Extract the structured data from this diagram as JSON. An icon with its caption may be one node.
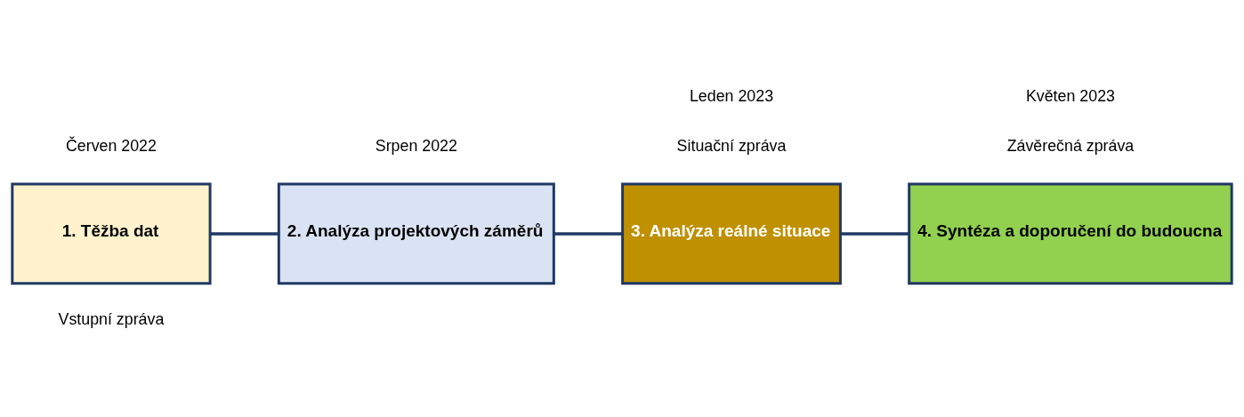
{
  "diagram": {
    "nodes": [
      {
        "text": [
          "1. Těžba dat"
        ]
      },
      {
        "text": [
          "2. Analýza projektových záměrů"
        ]
      },
      {
        "text": [
          "3. Analýza reálné situace"
        ]
      },
      {
        "text": [
          "4. Syntéza a doporučení do budoucna"
        ]
      }
    ],
    "edges": [
      {
        "from": 0,
        "to": 1,
        "arrow": "none"
      },
      {
        "from": 1,
        "to": 2,
        "arrow": "none"
      },
      {
        "from": 2,
        "to": 3,
        "arrow": "none"
      }
    ],
    "labels": [
      "Závěrečná zpráva",
      "Vstupní zpráva",
      "Situační zpráva",
      "Červen 2022",
      "Srpen 2022",
      "Leden 2023",
      "Květen 2023"
    ]
  }
}
